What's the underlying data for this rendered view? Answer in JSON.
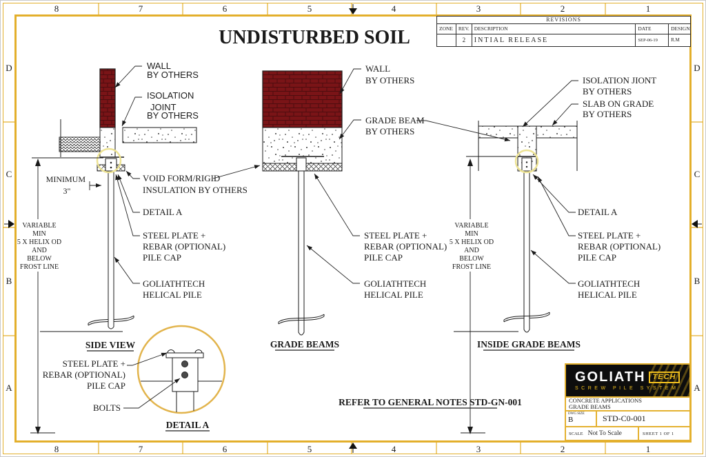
{
  "colors": {
    "accent": "#E3AF2B",
    "brick": "#7A1417",
    "brick_joint": "#4E0D0F",
    "line": "#1a1a1a",
    "highlight": "#EDE393",
    "logo_yellow": "#F2C01E"
  },
  "title": "UNDISTURBED SOIL",
  "frame": {
    "top_zones": [
      "8",
      "7",
      "6",
      "5",
      "4",
      "3",
      "2",
      "1"
    ],
    "bottom_zones": [
      "8",
      "7",
      "6",
      "5",
      "4",
      "3",
      "2",
      "1"
    ],
    "left_zones": [
      "D",
      "C",
      "B",
      "A"
    ],
    "right_zones": [
      "D",
      "C",
      "B",
      "A"
    ]
  },
  "revisions": {
    "title": "REVISIONS",
    "columns": [
      "ZONE",
      "REV.",
      "DESCRIPTION",
      "DATE",
      "DESIGN"
    ],
    "row": {
      "zone": "",
      "rev": "2",
      "description": "INTIAL RELEASE",
      "date": "SEP-06-19",
      "design": "R.M"
    }
  },
  "side_view": {
    "title": "SIDE VIEW",
    "wall": [
      "WALL",
      "BY OTHERS"
    ],
    "isolation": [
      "ISOLATION",
      "JOINT",
      "BY OTHERS"
    ],
    "void_form": [
      "VOID FORM/RIGID",
      "INSULATION BY OTHERS"
    ],
    "detail_a": "DETAIL A",
    "steel_plate": [
      "STEEL PLATE +",
      "REBAR (OPTIONAL)",
      "PILE CAP"
    ],
    "pile": [
      "GOLIATHTECH",
      "HELICAL PILE"
    ],
    "minimum": [
      "MINIMUM",
      "3\""
    ],
    "depth": [
      "VARIABLE",
      "MIN",
      "5 X HELIX OD",
      "AND",
      "BELOW",
      "FROST LINE"
    ]
  },
  "grade_view": {
    "title": "GRADE BEAMS",
    "wall": [
      "WALL",
      "BY OTHERS"
    ],
    "grade_beam": [
      "GRADE BEAM",
      "BY OTHERS"
    ],
    "steel_plate": [
      "STEEL PLATE +",
      "REBAR (OPTIONAL)",
      "PILE CAP"
    ],
    "pile": [
      "GOLIATHTECH",
      "HELICAL PILE"
    ]
  },
  "inside_view": {
    "title": "INSIDE GRADE BEAMS",
    "isolation": [
      "ISOLATION JIONT",
      "BY OTHERS"
    ],
    "slab": [
      "SLAB ON GRADE",
      "BY OTHERS"
    ],
    "detail_a": "DETAIL A",
    "steel_plate": [
      "STEEL PLATE +",
      "REBAR (OPTIONAL)",
      "PILE CAP"
    ],
    "pile": [
      "GOLIATHTECH",
      "HELICAL PILE"
    ],
    "depth": [
      "VARIABLE",
      "MIN",
      "5 X HELIX OD",
      "AND",
      "BELOW",
      "FROST LINE"
    ]
  },
  "detail": {
    "title": "DETAIL A",
    "steel_plate": [
      "STEEL PLATE +",
      "REBAR (OPTIONAL)",
      "PILE CAP"
    ],
    "bolts": "BOLTS"
  },
  "notes": "REFER TO GENERAL NOTES STD-GN-001",
  "title_block": {
    "logo_main": "GOLIATH",
    "logo_tech": "TECH",
    "logo_sub": "SCREW PILE SYSTEM",
    "project_line1": "CONCRETE APPLICATIONS",
    "project_line2": "GRADE BEAMS",
    "dwg_size_label": "DWG SIZE",
    "dwg_size": "B",
    "dwg_number": "STD-C0-001",
    "scale_label": "SCALE",
    "scale": "Not To Scale",
    "sheet": "SHEET 1 OF 1"
  }
}
